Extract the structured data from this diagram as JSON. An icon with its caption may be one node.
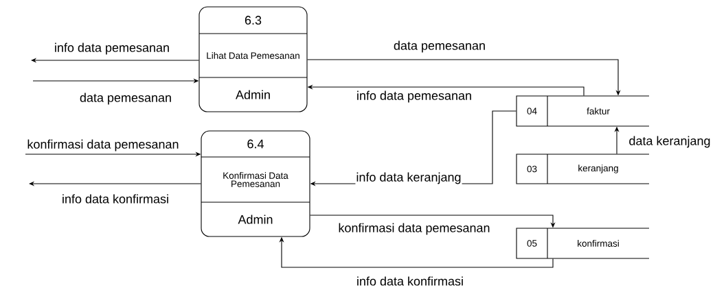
{
  "diagram": {
    "nodes": [
      {
        "text": [
          "6.3",
          "Lihat Data Pemesanan",
          "Admin"
        ]
      },
      {
        "text": [
          "6.4",
          "Konfirmasi Data Pemesanan",
          "Admin"
        ]
      },
      {
        "text": [
          "04",
          "faktur"
        ]
      },
      {
        "text": [
          "03",
          "keranjang"
        ]
      },
      {
        "text": [
          "05",
          "konfirmasi"
        ]
      }
    ],
    "edges": [
      {
        "from": 0,
        "to": null,
        "arrow": "to",
        "label": "info data pemesanan"
      },
      {
        "from": null,
        "to": 0,
        "arrow": "to",
        "label": "data pemesanan"
      },
      {
        "from": 0,
        "to": 2,
        "arrow": "to",
        "label": "data pemesanan"
      },
      {
        "from": 2,
        "to": 0,
        "arrow": "to",
        "label": "info data pemesanan"
      },
      {
        "from": 3,
        "to": 2,
        "arrow": "to",
        "label": "data keranjang"
      },
      {
        "from": 2,
        "to": 1,
        "arrow": "to",
        "label": "info data keranjang"
      },
      {
        "from": null,
        "to": 1,
        "arrow": "to",
        "label": "konfirmasi data pemesanan"
      },
      {
        "from": 1,
        "to": null,
        "arrow": "to",
        "label": "info data konfirmasi"
      },
      {
        "from": 1,
        "to": 4,
        "arrow": "to",
        "label": "konfirmasi data pemesanan"
      },
      {
        "from": 4,
        "to": 1,
        "arrow": "to",
        "label": "info data konfirmasi"
      }
    ]
  }
}
